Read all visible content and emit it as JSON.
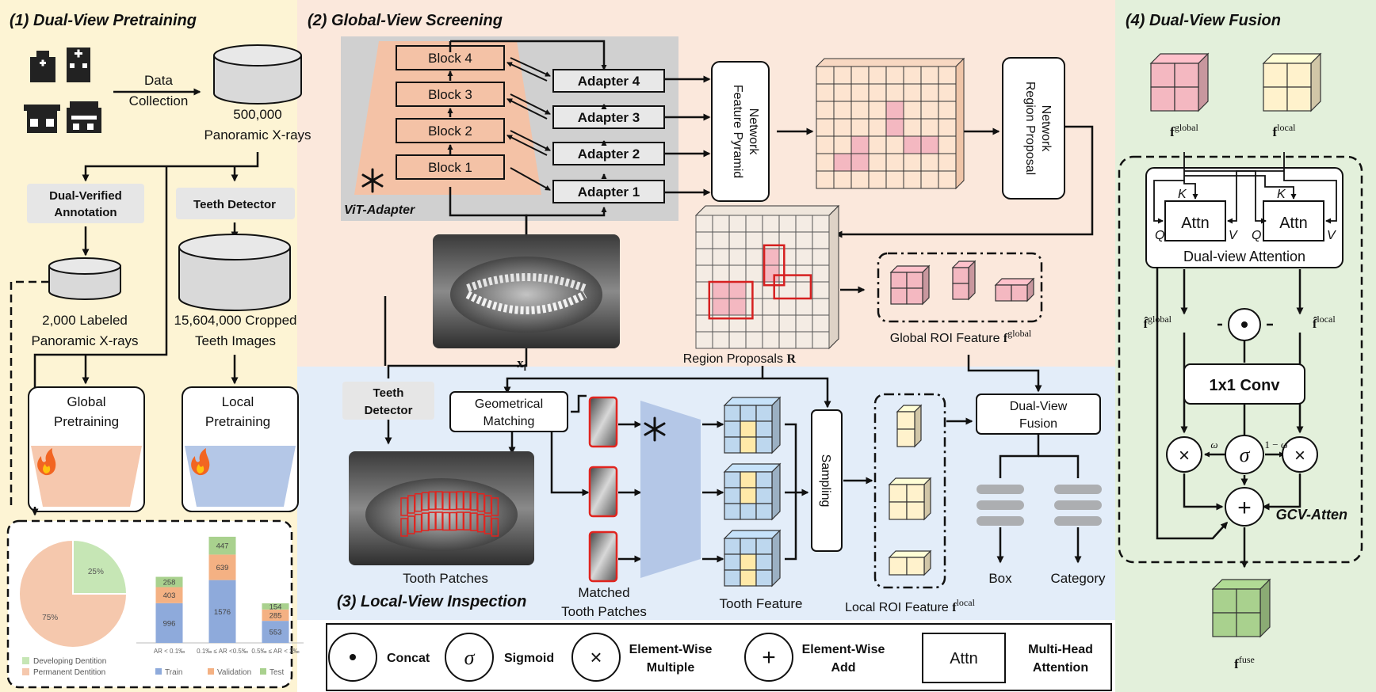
{
  "p1": {
    "title": "(1) Dual-View Pretraining",
    "data_collection_1": "Data",
    "data_collection_2": "Collection",
    "db_main_1": "500,000",
    "db_main_2": "Panoramic X-rays",
    "dual_verified_1": "Dual-Verified",
    "dual_verified_2": "Annotation",
    "teeth_detector": "Teeth Detector",
    "labeled_1": "2,000 Labeled",
    "labeled_2": "Panoramic X-rays",
    "cropped_1": "15,604,000 Cropped",
    "cropped_2": "Teeth Images",
    "global_pre_1": "Global",
    "global_pre_2": "Pretraining",
    "local_pre_1": "Local",
    "local_pre_2": "Pretraining"
  },
  "p2": {
    "title": "(2) Global-View Screening",
    "blocks": [
      "Block 4",
      "Block 3",
      "Block 2",
      "Block 1"
    ],
    "adapters": [
      "Adapter 4",
      "Adapter 3",
      "Adapter 2",
      "Adapter 1"
    ],
    "vit_adapter": "ViT-Adapter",
    "fpn_1": "Feature Pyramid",
    "fpn_2": "Network",
    "rpn_1": "Region Proposal",
    "rpn_2": "Network",
    "xi": "x",
    "xi_sub": "i",
    "region_proposals": "Region Proposals ",
    "region_proposals_r": "R",
    "global_roi": "Global ROI Feature ",
    "global_roi_f": "f",
    "global_roi_sup": "global"
  },
  "p3": {
    "title": "(3) Local-View Inspection",
    "teeth_detector_1": "Teeth",
    "teeth_detector_2": "Detector",
    "geo_1": "Geometrical",
    "geo_2": "Matching",
    "tooth_patches": "Tooth Patches",
    "matched_1": "Matched",
    "matched_2": "Tooth Patches",
    "tooth_feature": "Tooth Feature",
    "sampling": "Sampling",
    "local_roi": "Local ROI Feature ",
    "local_roi_f": "f",
    "local_roi_sup": "local",
    "dvf_1": "Dual-View",
    "dvf_2": "Fusion",
    "box": "Box",
    "category": "Category"
  },
  "p4": {
    "title": "(4) Dual-View Fusion",
    "fglobal_f": "f",
    "fglobal_sup": "global",
    "flocal_f": "f",
    "flocal_sup": "local",
    "attn": "Attn",
    "K": "K",
    "Q": "Q",
    "V": "V",
    "dual_attention": "Dual-view Attention",
    "fhat_global_sup": "global",
    "fhat_local_sup": "local",
    "conv": "1x1 Conv",
    "omega": "ω",
    "one_minus_omega": "1 − ω",
    "sigma": "σ",
    "times": "×",
    "plus": "+",
    "concat_dot": "•",
    "gcv": "GCV-Atten",
    "ffuse_f": "f",
    "ffuse_sup": "fuse"
  },
  "legend": {
    "concat": "Concat",
    "sigmoid": "Sigmoid",
    "ew_mul_1": "Element-Wise",
    "ew_mul_2": "Multiple",
    "ew_add_1": "Element-Wise",
    "ew_add_2": "Add",
    "attn": "Attn",
    "mha_1": "Multi-Head",
    "mha_2": "Attention"
  },
  "chart_data": [
    {
      "type": "pie",
      "labels": [
        "Developing Dentition",
        "Permanent Dentition"
      ],
      "values": [
        25,
        75
      ],
      "slice_labels": [
        "25%",
        "75%"
      ],
      "colors": [
        "#c6e6b5",
        "#f5c8ad"
      ],
      "legend": [
        "Developing Dentition",
        "Permanent Dentition"
      ],
      "legend_position": "bottom"
    },
    {
      "type": "bar",
      "stacked": true,
      "categories": [
        "AR < 0.1‰",
        "0.1‰ ≤ AR <0.5‰",
        "0.5‰ ≤ AR < 2‰"
      ],
      "series": [
        {
          "name": "Train",
          "values": [
            996,
            1576,
            553
          ],
          "color": "#8eaadb"
        },
        {
          "name": "Validation",
          "values": [
            403,
            639,
            285
          ],
          "color": "#f4b183"
        },
        {
          "name": "Test",
          "values": [
            258,
            447,
            154
          ],
          "color": "#a9d18e"
        }
      ],
      "value_labels": [
        [
          "996",
          "403",
          "258"
        ],
        [
          "1576",
          "639",
          "447"
        ],
        [
          "553",
          "285",
          "154"
        ]
      ],
      "legend_position": "bottom",
      "ylim": [
        0,
        2700
      ]
    }
  ]
}
